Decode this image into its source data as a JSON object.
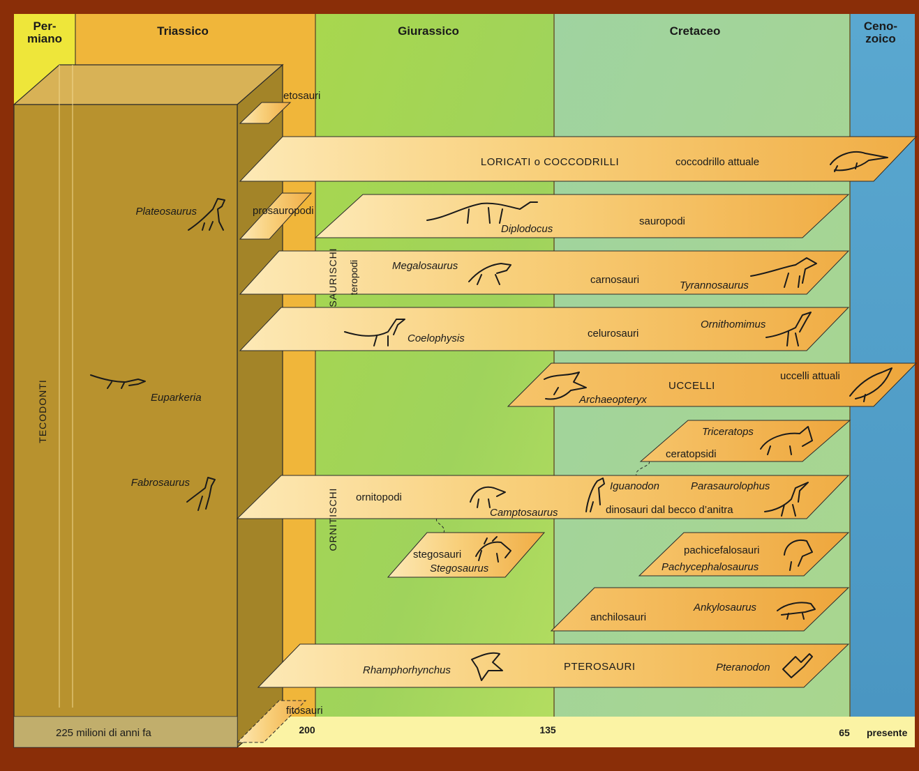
{
  "eras": {
    "permian": "Per-\nmiano",
    "triassic": "Triassico",
    "jurassic": "Giurassico",
    "cretaceous": "Cretaceo",
    "cenozoic": "Ceno-\nzoico"
  },
  "axis": {
    "t225": "225 milioni di anni fa",
    "t200": "200",
    "t135": "135",
    "t65": "65",
    "present": "presente"
  },
  "groups": {
    "tecodonti": "TECODONTI",
    "saurischi": "SAURISCHI",
    "teropodi": "teropodi",
    "ornitischi": "ORNITISCHI"
  },
  "bands": {
    "etosauri": "etosauri",
    "loricati": "LORICATI o COCCODRILLI",
    "coccodrillo": "coccodrillo attuale",
    "prosauropodi": "prosauropodi",
    "sauropodi": "sauropodi",
    "diplodocus": "Diplodocus",
    "megalosaurus": "Megalosaurus",
    "carnosauri": "carnosauri",
    "tyrannosaurus": "Tyrannosaurus",
    "coelophysis": "Coelophysis",
    "celurosauri": "celurosauri",
    "ornithomimus": "Ornithomimus",
    "uccelli": "UCCELLI",
    "uccelli_attuali": "uccelli attuali",
    "archaeopteryx": "Archaeopteryx",
    "triceratops": "Triceratops",
    "ceratopsidi": "ceratopsidi",
    "ornitopodi": "ornitopodi",
    "camptosaurus": "Camptosaurus",
    "iguanodon": "Iguanodon",
    "parasaurolophus": "Parasaurolophus",
    "becco": "dinosauri dal becco d’anitra",
    "stegosauri": "stegosauri",
    "stegosaurus": "Stegosaurus",
    "pachicefalosauri": "pachicefalosauri",
    "pachycephalosaurus": "Pachycephalosaurus",
    "ankylosaurus": "Ankylosaurus",
    "anchilosauri": "anchilosauri",
    "rhamphorhynchus": "Rhamphorhynchus",
    "pterosauri": "PTEROSAURI",
    "pteranodon": "Pteranodon",
    "fitosauri": "fitosauri"
  },
  "tecodont_species": {
    "plateosaurus": "Plateosaurus",
    "euparkeria": "Euparkeria",
    "fabrosaurus": "Fabrosaurus"
  },
  "colors": {
    "frame": "#8a2e08",
    "permian": "#eee63a",
    "triassic": "#f0b63a",
    "jurassic": "#9fd65a",
    "cretaceous": "#a3d59a",
    "cenozoic": "#4e9ec9",
    "block": "#b8922e",
    "band_light": "#fbe3a8",
    "band_dark": "#f1b04a",
    "axis_strip": "#fbf3a4"
  }
}
